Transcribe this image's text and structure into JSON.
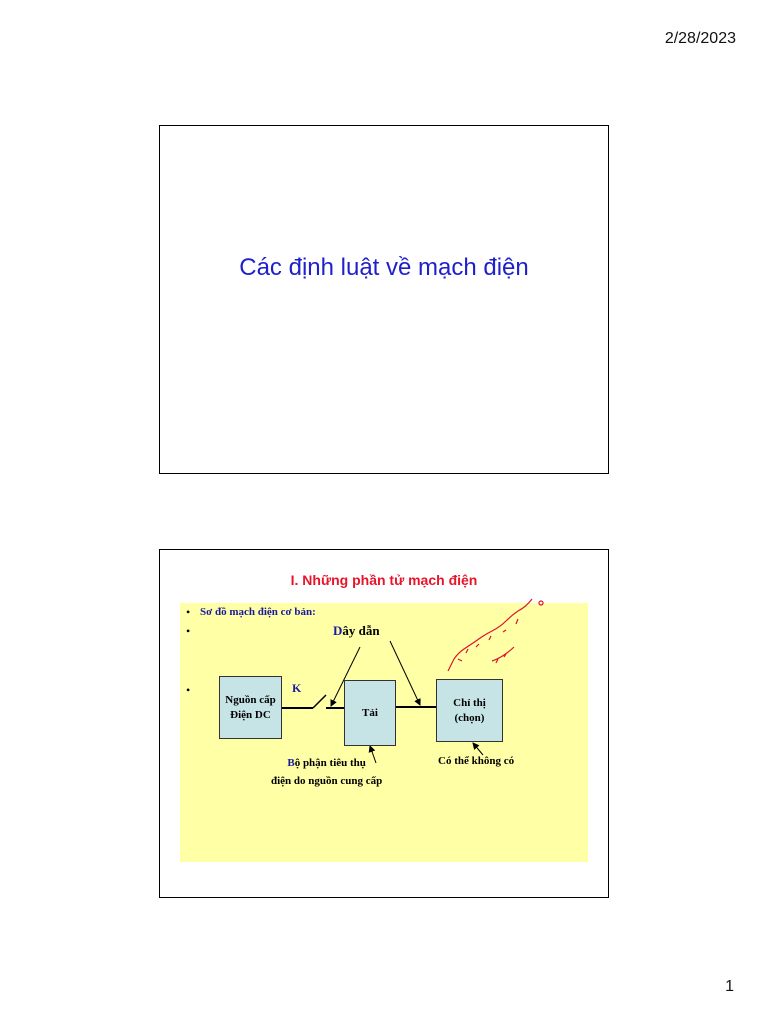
{
  "header": {
    "date": "2/28/2023"
  },
  "footer": {
    "page_number": "1"
  },
  "slide1": {
    "title": "Các định luật về mạch điện"
  },
  "slide2": {
    "heading": "I. Những phần tử mạch điện",
    "bullets": [
      "Sơ đồ mạch điện cơ bản:",
      "",
      ""
    ],
    "bullet_symbol": "•",
    "diagram": {
      "wire_label_initial": "D",
      "wire_label_rest": "ây dẫn",
      "switch_label": "K",
      "source_box": {
        "line1": "Nguồn cấp",
        "line2": "Điện DC"
      },
      "load_box": {
        "label": "Tải"
      },
      "indicator_box": {
        "line1": "Chỉ thị",
        "line2": "(chọn)"
      },
      "consumer_caption": {
        "initial": "B",
        "line1_rest": "ộ phận tiêu thụ",
        "line2": "điện do nguồn cung cấp"
      },
      "optional_caption": "Có thể không có"
    },
    "colors": {
      "panel": "#ffffa6",
      "box_fill": "#c6e4e6",
      "heading": "#e8142a",
      "accent_blue": "#1a1aa0",
      "handwriting": "#e01030"
    }
  }
}
